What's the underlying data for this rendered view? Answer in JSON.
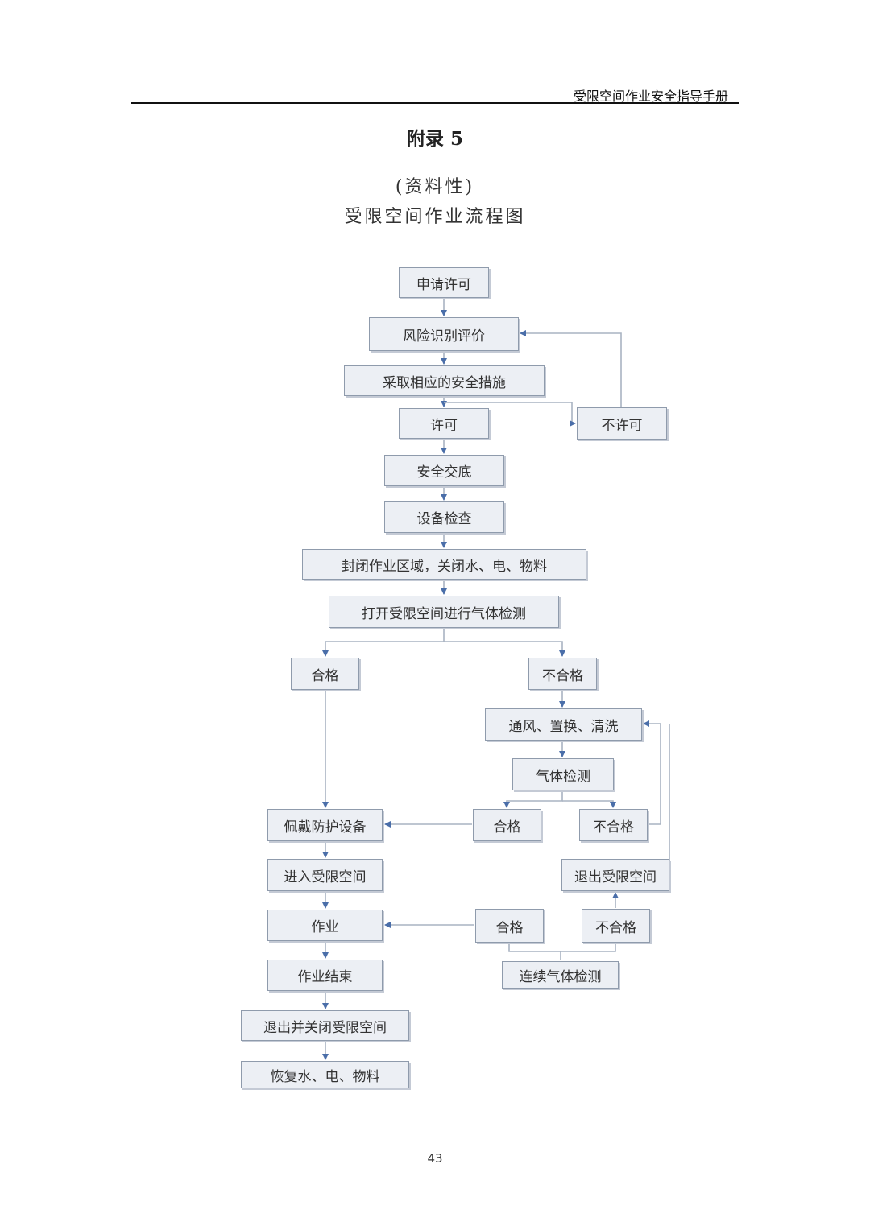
{
  "header": {
    "title": "受限空间作业安全指导手册"
  },
  "appendix": {
    "title": "附录 5",
    "note": "(资料性)",
    "subtitle": "受限空间作业流程图"
  },
  "flowchart": {
    "nodes": {
      "apply_permit": "申请许可",
      "risk_assessment": "风险识别评价",
      "safety_measures": "采取相应的安全措施",
      "permit": "许可",
      "no_permit": "不许可",
      "safety_briefing": "安全交底",
      "equipment_check": "设备检查",
      "isolate_area": "封闭作业区域，关闭水、电、物料",
      "open_and_test": "打开受限空间进行气体检测",
      "pass_1": "合格",
      "fail_1": "不合格",
      "ventilate": "通风、置换、清洗",
      "gas_test": "气体检测",
      "pass_2": "合格",
      "fail_2": "不合格",
      "wear_ppe": "佩戴防护设备",
      "enter_space": "进入受限空间",
      "exit_space": "退出受限空间",
      "work": "作业",
      "pass_3": "合格",
      "fail_3": "不合格",
      "continuous_gas_test": "连续气体检测",
      "work_end": "作业结束",
      "exit_and_close": "退出并关闭受限空间",
      "restore_supply": "恢复水、电、物料"
    }
  },
  "footer": {
    "page_number": "43"
  }
}
